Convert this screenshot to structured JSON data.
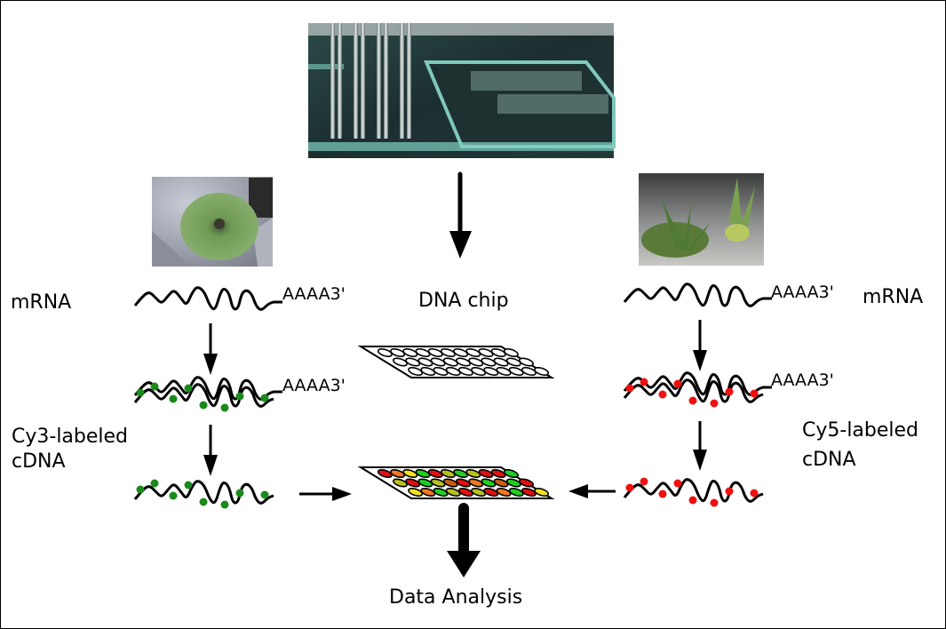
{
  "title": "DNA microarray two-color hybridization workflow",
  "photos": {
    "microarray_robot": {
      "description": "Microarray spotting robot pins over glass slides"
    },
    "plant_left": {
      "description": "Rosette plant growing among rocks (sample A)"
    },
    "plant_right": {
      "description": "Plant with narrow leaves among rocks (sample B)"
    }
  },
  "labels": {
    "mrna_left": "mRNA",
    "mrna_right": "mRNA",
    "dna_chip": "DNA chip",
    "cy3_line1": "Cy3-labeled",
    "cy3_line2": "cDNA",
    "cy5_line1": "Cy5-labeled",
    "cy5_line2": "cDNA",
    "data_analysis": "Data Analysis",
    "polya_tail": "AAAA3'"
  },
  "colors": {
    "cy3_dye": "#1a8a1a",
    "cy5_dye": "#ee1111",
    "stroke": "#000000"
  },
  "chip_spot_colors": {
    "rows": [
      [
        "red",
        "orange",
        "yellow",
        "green",
        "red",
        "olive",
        "green",
        "olive",
        "red",
        "red",
        "green"
      ],
      [
        "olive",
        "red",
        "green",
        "olive",
        "darkorange",
        "red",
        "orange",
        "green",
        "darkorange",
        "green",
        "red"
      ],
      [
        "yellow",
        "orange",
        "green",
        "olive",
        "red",
        "olive",
        "red",
        "orange",
        "green",
        "red",
        "yellow"
      ]
    ],
    "palette": {
      "red": "#e01010",
      "orange": "#f07820",
      "yellow": "#f0e020",
      "green": "#20d020",
      "olive": "#b8c020",
      "darkorange": "#c86010"
    }
  }
}
